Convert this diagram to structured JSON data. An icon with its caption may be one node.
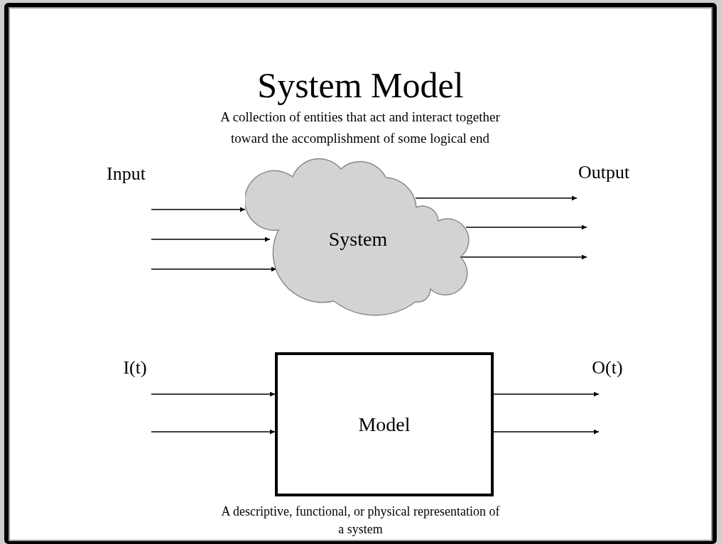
{
  "diagram": {
    "title": "System Model",
    "caption": "A descriptive, functional, or physical representation of a system",
    "nodes": [
      {
        "text": [
          "System"
        ]
      },
      {
        "text": [
          "Model"
        ]
      }
    ],
    "edges": [
      {
        "from": null,
        "to": 0,
        "arrow": "to"
      },
      {
        "from": null,
        "to": 0,
        "arrow": "to"
      },
      {
        "from": null,
        "to": 0,
        "arrow": "to"
      },
      {
        "from": 0,
        "to": null,
        "arrow": "to"
      },
      {
        "from": 0,
        "to": null,
        "arrow": "to"
      },
      {
        "from": 0,
        "to": null,
        "arrow": "to"
      },
      {
        "from": null,
        "to": 1,
        "arrow": "to"
      },
      {
        "from": null,
        "to": 1,
        "arrow": "to"
      },
      {
        "from": 1,
        "to": null,
        "arrow": "to"
      },
      {
        "from": 1,
        "to": null,
        "arrow": "to"
      }
    ],
    "labels": [
      "A collection of entities that act and interact together toward the accomplishment of some logical end",
      "Input",
      "Output",
      "I(t)",
      "O(t)"
    ]
  }
}
